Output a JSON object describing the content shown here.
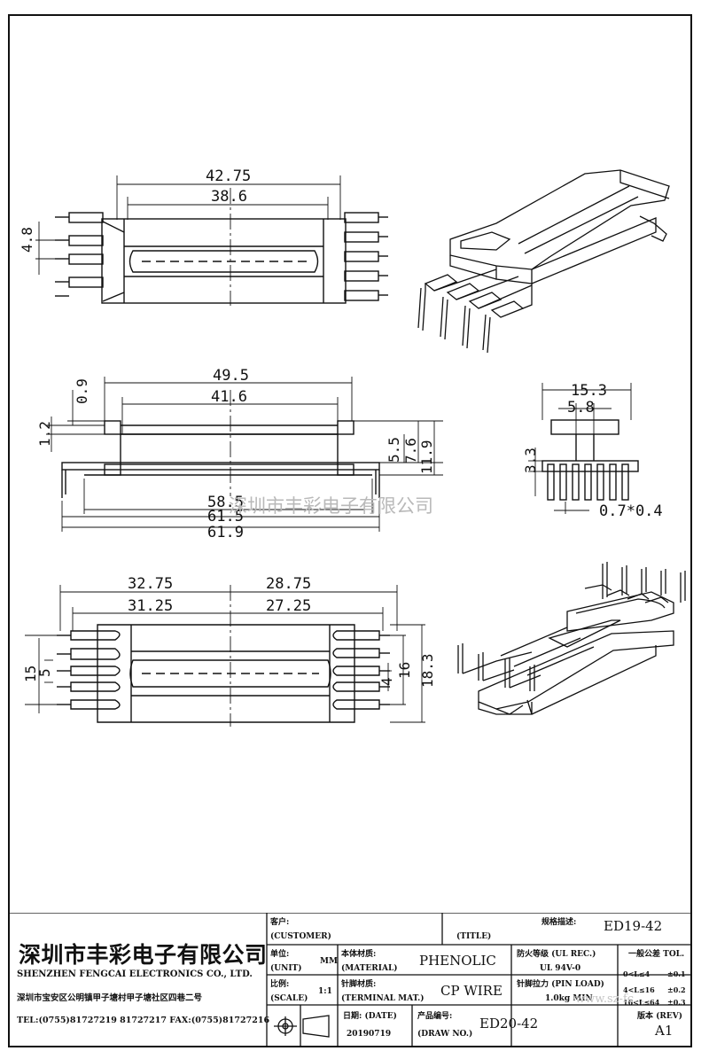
{
  "drawing": {
    "watermark": "深圳市丰彩电子有限公司",
    "dims": {
      "top_42_75": "42.75",
      "top_38_6": "38.6",
      "top_4_8": "4.8",
      "side_49_5": "49.5",
      "side_41_6": "41.6",
      "side_0_9": "0.9",
      "side_1_2": "1.2",
      "side_5_5": "5.5",
      "side_7_6": "7.6",
      "side_11_9": "11.9",
      "side_58_5": "58.5",
      "side_61_5": "61.5",
      "side_61_9": "61.9",
      "end_15_3": "15.3",
      "end_5_8": "5.8",
      "end_3_3": "3.3",
      "end_pin": "0.7*0.4",
      "bot_32_75": "32.75",
      "bot_28_75": "28.75",
      "bot_31_25": "31.25",
      "bot_27_25": "27.25",
      "bot_15": "15",
      "bot_5": "5",
      "bot_4": "4",
      "bot_16": "16",
      "bot_18_3": "18.3"
    }
  },
  "title_block": {
    "company_cn": "深圳市丰彩电子有限公司",
    "company_en": "SHENZHEN FENGCAI ELECTRONICS CO., LTD.",
    "address": "深圳市宝安区公明镇甲子塘村甲子塘社区四巷二号",
    "tel": "TEL:(0755)81727219  81727217   FAX:(0755)81727216",
    "customer_label": "客户:",
    "customer_label_en": "(CUSTOMER)",
    "title_label_en": "(TITLE)",
    "spec_label": "规格描述:",
    "spec_value": "ED19-42",
    "unit_label": "单位:",
    "unit_label_en": "(UNIT)",
    "unit_value": "MM",
    "material_label": "本体材质:",
    "material_label_en": "(MATERIAL)",
    "material_value": "PHENOLIC",
    "fire_label": "防火等级 (UL REC.)",
    "fire_value": "UL 94V-0",
    "tol_label": "一般公差 TOL.",
    "tol_rows": [
      {
        "range": "0<L≤4",
        "tol": "±0.1"
      },
      {
        "range": "4<L≤16",
        "tol": "±0.2"
      },
      {
        "range": "16<L≤64",
        "tol": "±0.3"
      }
    ],
    "scale_label": "比例:",
    "scale_label_en": "(SCALE)",
    "scale_value": "1:1",
    "terminal_label": "针脚材质:",
    "terminal_label_en": "(TERMINAL MAT.)",
    "terminal_value": "CP WIRE",
    "pinload_label": "针脚拉力 (PIN LOAD)",
    "pinload_value": "1.0kg MIN",
    "date_label": "日期: (DATE)",
    "date_value": "20190719",
    "drawno_label": "产品编号:",
    "drawno_label_en": "(DRAW NO.)",
    "drawno_value": "ED20-42",
    "rev_label": "版本 (REV)",
    "rev_value": "A1",
    "url_watermark": "www.sz-fc..."
  }
}
